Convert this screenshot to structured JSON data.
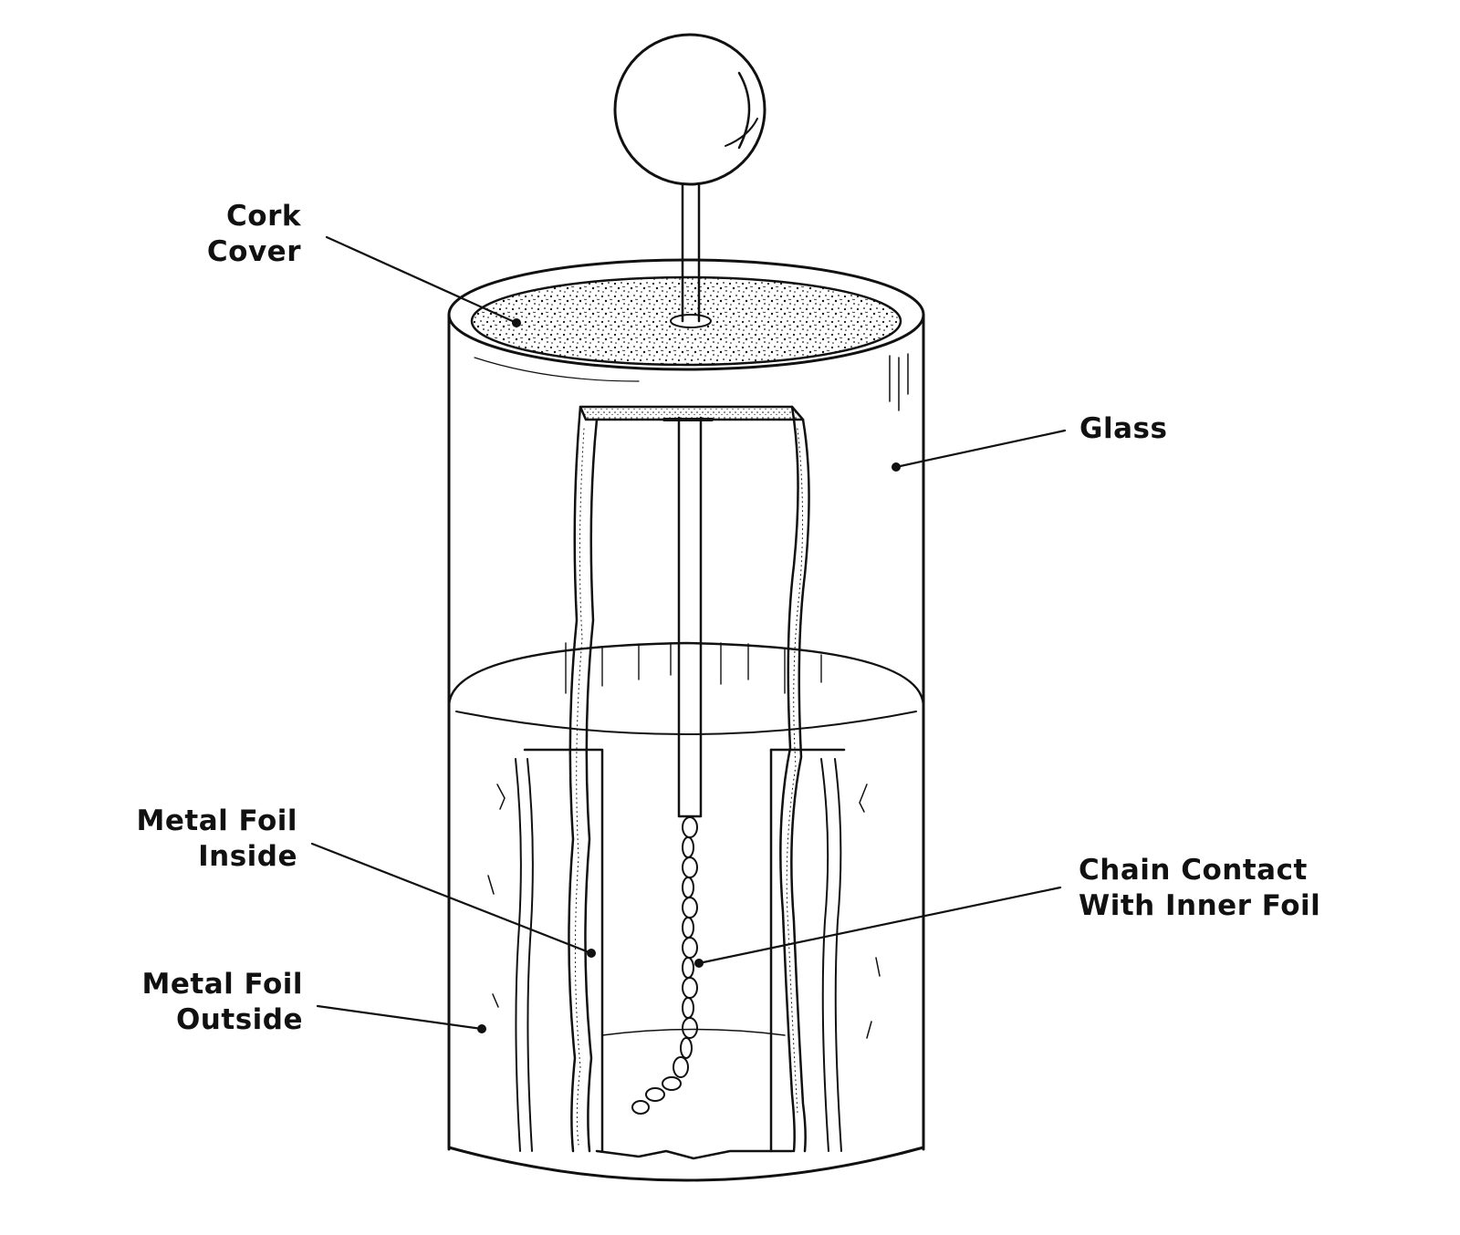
{
  "labels": {
    "cork": [
      "Cork",
      "Cover"
    ],
    "glass": [
      "Glass"
    ],
    "foil_inside": [
      "Metal Foil",
      "Inside"
    ],
    "foil_outside": [
      "Metal Foil",
      "Outside"
    ],
    "chain": [
      "Chain Contact",
      "With Inner Foil"
    ]
  },
  "colors": {
    "ink": "#111111",
    "background": "#ffffff"
  }
}
